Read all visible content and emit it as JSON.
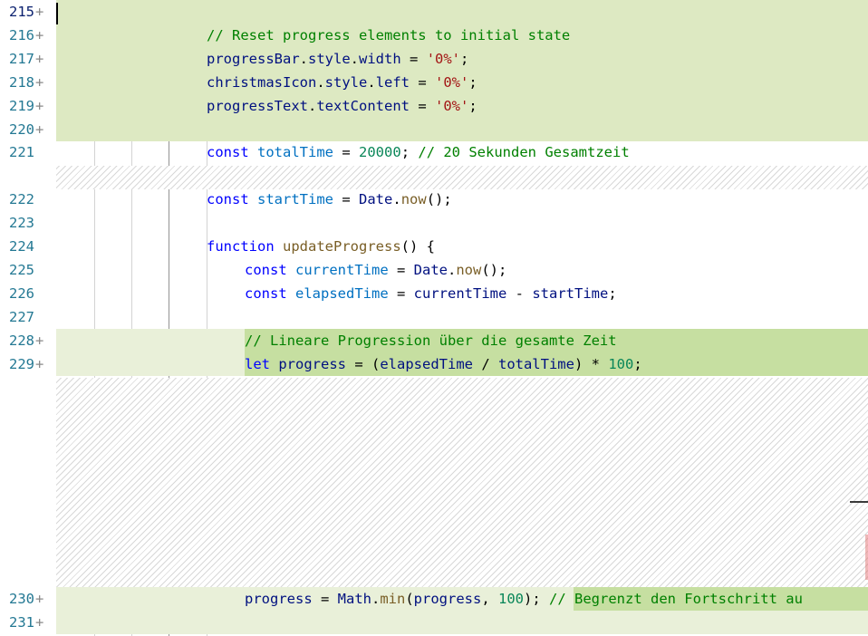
{
  "editor": {
    "lines": [
      {
        "num": "215",
        "plus": "+",
        "tokens": []
      },
      {
        "num": "216",
        "plus": "+",
        "tokens": [
          {
            "t": "// Reset progress elements to initial state",
            "c": "c"
          }
        ]
      },
      {
        "num": "217",
        "plus": "+",
        "tokens": [
          {
            "t": "progressBar",
            "c": "n"
          },
          {
            "t": ".",
            "c": "p"
          },
          {
            "t": "style",
            "c": "n"
          },
          {
            "t": ".",
            "c": "p"
          },
          {
            "t": "width",
            "c": "n"
          },
          {
            "t": " = ",
            "c": "p"
          },
          {
            "t": "'0%'",
            "c": "s"
          },
          {
            "t": ";",
            "c": "p"
          }
        ]
      },
      {
        "num": "218",
        "plus": "+",
        "tokens": [
          {
            "t": "christmasIcon",
            "c": "n"
          },
          {
            "t": ".",
            "c": "p"
          },
          {
            "t": "style",
            "c": "n"
          },
          {
            "t": ".",
            "c": "p"
          },
          {
            "t": "left",
            "c": "n"
          },
          {
            "t": " = ",
            "c": "p"
          },
          {
            "t": "'0%'",
            "c": "s"
          },
          {
            "t": ";",
            "c": "p"
          }
        ]
      },
      {
        "num": "219",
        "plus": "+",
        "tokens": [
          {
            "t": "progressText",
            "c": "n"
          },
          {
            "t": ".",
            "c": "p"
          },
          {
            "t": "textContent",
            "c": "n"
          },
          {
            "t": " = ",
            "c": "p"
          },
          {
            "t": "'0%'",
            "c": "s"
          },
          {
            "t": ";",
            "c": "p"
          }
        ]
      },
      {
        "num": "220",
        "plus": "+",
        "tokens": []
      },
      {
        "num": "221",
        "plus": "",
        "tokens": [
          {
            "t": "const",
            "c": "k"
          },
          {
            "t": " ",
            "c": "p"
          },
          {
            "t": "totalTime",
            "c": "v"
          },
          {
            "t": " = ",
            "c": "p"
          },
          {
            "t": "20000",
            "c": "num"
          },
          {
            "t": "; ",
            "c": "p"
          },
          {
            "t": "// 20 Sekunden Gesamtzeit",
            "c": "c"
          }
        ]
      },
      {
        "num": "222",
        "plus": "",
        "tokens": [
          {
            "t": "const",
            "c": "k"
          },
          {
            "t": " ",
            "c": "p"
          },
          {
            "t": "startTime",
            "c": "v"
          },
          {
            "t": " = ",
            "c": "p"
          },
          {
            "t": "Date",
            "c": "n"
          },
          {
            "t": ".",
            "c": "p"
          },
          {
            "t": "now",
            "c": "f"
          },
          {
            "t": "();",
            "c": "p"
          }
        ]
      },
      {
        "num": "223",
        "plus": "",
        "tokens": []
      },
      {
        "num": "224",
        "plus": "",
        "tokens": [
          {
            "t": "function",
            "c": "k"
          },
          {
            "t": " ",
            "c": "p"
          },
          {
            "t": "updateProgress",
            "c": "f"
          },
          {
            "t": "() {",
            "c": "p"
          }
        ]
      },
      {
        "num": "225",
        "plus": "",
        "tokens": [
          {
            "t": "const",
            "c": "k"
          },
          {
            "t": " ",
            "c": "p"
          },
          {
            "t": "currentTime",
            "c": "v"
          },
          {
            "t": " = ",
            "c": "p"
          },
          {
            "t": "Date",
            "c": "n"
          },
          {
            "t": ".",
            "c": "p"
          },
          {
            "t": "now",
            "c": "f"
          },
          {
            "t": "();",
            "c": "p"
          }
        ]
      },
      {
        "num": "226",
        "plus": "",
        "tokens": [
          {
            "t": "const",
            "c": "k"
          },
          {
            "t": " ",
            "c": "p"
          },
          {
            "t": "elapsedTime",
            "c": "v"
          },
          {
            "t": " = ",
            "c": "p"
          },
          {
            "t": "currentTime",
            "c": "n"
          },
          {
            "t": " - ",
            "c": "p"
          },
          {
            "t": "startTime",
            "c": "n"
          },
          {
            "t": ";",
            "c": "p"
          }
        ]
      },
      {
        "num": "227",
        "plus": "",
        "tokens": []
      },
      {
        "num": "228",
        "plus": "+",
        "tokens": [
          {
            "t": "// Lineare Progression über die gesamte Zeit",
            "c": "c"
          }
        ]
      },
      {
        "num": "229",
        "plus": "+",
        "tokens": [
          {
            "t": "let",
            "c": "k"
          },
          {
            "t": " ",
            "c": "p"
          },
          {
            "t": "progress",
            "c": "n"
          },
          {
            "t": " = (",
            "c": "p"
          },
          {
            "t": "elapsedTime",
            "c": "n"
          },
          {
            "t": " / ",
            "c": "p"
          },
          {
            "t": "totalTime",
            "c": "n"
          },
          {
            "t": ") * ",
            "c": "p"
          },
          {
            "t": "100",
            "c": "num"
          },
          {
            "t": ";",
            "c": "p"
          }
        ]
      },
      {
        "num": "230",
        "plus": "+",
        "tokens": [
          {
            "t": "progress",
            "c": "n"
          },
          {
            "t": " = ",
            "c": "p"
          },
          {
            "t": "Math",
            "c": "n"
          },
          {
            "t": ".",
            "c": "p"
          },
          {
            "t": "min",
            "c": "f"
          },
          {
            "t": "(",
            "c": "p"
          },
          {
            "t": "progress",
            "c": "n"
          },
          {
            "t": ", ",
            "c": "p"
          },
          {
            "t": "100",
            "c": "num"
          },
          {
            "t": "); ",
            "c": "p"
          },
          {
            "t": "// Begrenzt den Fortschritt au",
            "c": "c"
          }
        ]
      },
      {
        "num": "231",
        "plus": "+",
        "tokens": []
      }
    ]
  },
  "colors": {
    "added_line_bg": "#dde9c2",
    "added_char_bg": "#c6dfa1",
    "line_number": "#237893"
  }
}
